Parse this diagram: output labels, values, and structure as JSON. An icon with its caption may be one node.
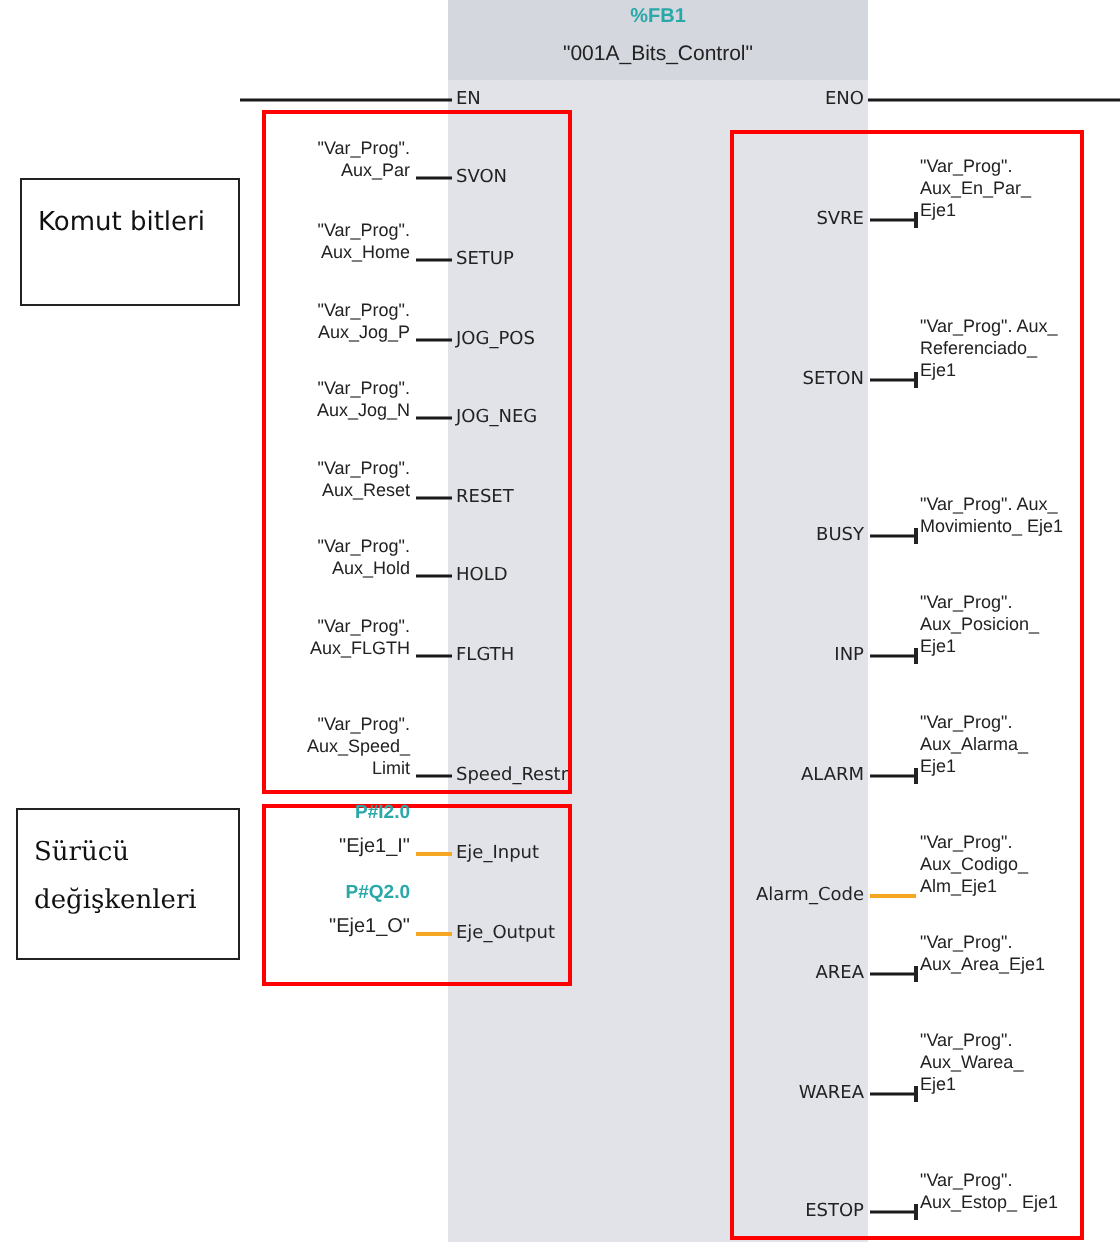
{
  "diagram": {
    "nodes": [
      {
        "text": [
          "Komut bitleri"
        ]
      },
      {
        "text": [
          "Sürücü değişkenleri"
        ]
      },
      {
        "text": [
          "%FB1",
          "\"001A_Bits_Control\""
        ]
      },
      {
        "text": [
          "EN"
        ],
        "in": 2
      },
      {
        "text": [
          "ENO"
        ],
        "in": 2
      },
      {
        "text": [
          "SVON"
        ]
      },
      {
        "text": [
          "SETUP"
        ]
      },
      {
        "text": [
          "JOG_POS"
        ]
      },
      {
        "text": [
          "JOG_NEG"
        ]
      },
      {
        "text": [
          "RESET"
        ]
      },
      {
        "text": [
          "HOLD"
        ]
      },
      {
        "text": [
          "FLGTH"
        ]
      },
      {
        "text": [
          "Speed_Restr"
        ]
      },
      {
        "text": [
          "Eje_Input"
        ]
      },
      {
        "text": [
          "Eje_Output"
        ]
      },
      {
        "text": [
          "SVRE"
        ]
      },
      {
        "text": [
          "SETON"
        ]
      },
      {
        "text": [
          "BUSY"
        ]
      },
      {
        "text": [
          "INP"
        ]
      },
      {
        "text": [
          "ALARM"
        ]
      },
      {
        "text": [
          "Alarm_Code"
        ]
      },
      {
        "text": [
          "AREA"
        ]
      },
      {
        "text": [
          "WAREA"
        ]
      },
      {
        "text": [
          "ESTOP"
        ]
      },
      {
        "text": [],
        "shape": "box"
      },
      {
        "text": [
          "\"Var_Prog\". Aux_Par"
        ],
        "in": 24
      },
      {
        "text": [
          "\"Var_Prog\". Aux_Home"
        ],
        "in": 24
      },
      {
        "text": [
          "\"Var_Prog\". Aux_Jog_P"
        ],
        "in": 24
      },
      {
        "text": [
          "\"Var_Prog\". Aux_Jog_N"
        ],
        "in": 24
      },
      {
        "text": [
          "\"Var_Prog\". Aux_Reset"
        ],
        "in": 24
      },
      {
        "text": [
          "\"Var_Prog\". Aux_Hold"
        ],
        "in": 24
      },
      {
        "text": [
          "\"Var_Prog\". Aux_FLGTH"
        ],
        "in": 24
      },
      {
        "text": [
          "\"Var_Prog\". Aux_Speed_ Limit"
        ],
        "in": 24
      },
      {
        "text": [],
        "shape": "box"
      },
      {
        "text": [
          "P#I2.0",
          "\"Eje1_I\""
        ],
        "in": 33
      },
      {
        "text": [
          "P#Q2.0",
          "\"Eje1_O\""
        ],
        "in": 33
      },
      {
        "text": [],
        "shape": "box"
      },
      {
        "text": [
          "\"Var_Prog\". Aux_En_Par_ Eje1"
        ],
        "in": 36
      },
      {
        "text": [
          "\"Var_Prog\". Aux_ Referenciado_ Eje1"
        ],
        "in": 36
      },
      {
        "text": [
          "\"Var_Prog\". Aux_ Movimiento_ Eje1"
        ],
        "in": 36
      },
      {
        "text": [
          "\"Var_Prog\". Aux_Posicion_ Eje1"
        ],
        "in": 36
      },
      {
        "text": [
          "\"Var_Prog\". Aux_Alarma_ Eje1"
        ],
        "in": 36
      },
      {
        "text": [
          "\"Var_Prog\". Aux_Codigo_ Alm_Eje1"
        ],
        "in": 36
      },
      {
        "text": [
          "\"Var_Prog\". Aux_Area_Eje1"
        ],
        "in": 36
      },
      {
        "text": [
          "\"Var_Prog\". Aux_Warea_ Eje1"
        ],
        "in": 36
      },
      {
        "text": [
          "\"Var_Prog\". Aux_Estop_ Eje1"
        ],
        "in": 36
      }
    ],
    "edges": [
      {
        "from": null,
        "to": 3,
        "arrow": "none"
      },
      {
        "from": 4,
        "to": null,
        "arrow": "none"
      },
      {
        "from": 25,
        "to": 5,
        "arrow": "none"
      },
      {
        "from": 26,
        "to": 6,
        "arrow": "none"
      },
      {
        "from": 27,
        "to": 7,
        "arrow": "none"
      },
      {
        "from": 28,
        "to": 8,
        "arrow": "none"
      },
      {
        "from": 29,
        "to": 9,
        "arrow": "none"
      },
      {
        "from": 30,
        "to": 10,
        "arrow": "none"
      },
      {
        "from": 31,
        "to": 11,
        "arrow": "none"
      },
      {
        "from": 32,
        "to": 12,
        "arrow": "none"
      },
      {
        "from": 34,
        "to": 13,
        "arrow": "none",
        "color": "#f5a623"
      },
      {
        "from": 35,
        "to": 14,
        "arrow": "none",
        "color": "#f5a623"
      },
      {
        "from": 15,
        "to": 37,
        "arrow": "other"
      },
      {
        "from": 16,
        "to": 38,
        "arrow": "other"
      },
      {
        "from": 17,
        "to": 39,
        "arrow": "other"
      },
      {
        "from": 18,
        "to": 40,
        "arrow": "other"
      },
      {
        "from": 19,
        "to": 41,
        "arrow": "other"
      },
      {
        "from": 20,
        "to": 42,
        "arrow": "none",
        "color": "#f5a623"
      },
      {
        "from": 21,
        "to": 43,
        "arrow": "other"
      },
      {
        "from": 22,
        "to": 44,
        "arrow": "other"
      },
      {
        "from": 23,
        "to": 45,
        "arrow": "other"
      }
    ]
  }
}
